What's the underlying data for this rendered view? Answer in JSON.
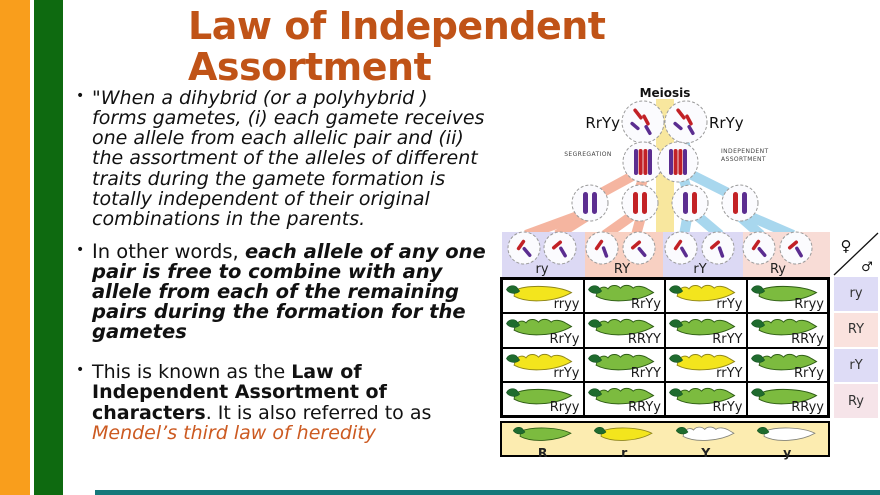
{
  "slide": {
    "title": "Law of Independent\nAssortment",
    "bullet_marker": "•"
  },
  "bullets": [
    {
      "segments": [
        {
          "style": "italic",
          "text": "\"When a dihybrid (or a polyhybrid ) forms gametes, (i) each gamete receives one allele from each allelic pair and (ii) the assortment of the alleles of different traits during the gamete formation is totally independent of their original combinations in the parents."
        }
      ]
    },
    {
      "segments": [
        {
          "style": "normal",
          "text": " In other words, "
        },
        {
          "style": "bold-italic",
          "text": "each allele of any one pair is free to combine with any allele from each of the remaining pairs during the formation for the gametes"
        }
      ]
    },
    {
      "segments": [
        {
          "style": "normal",
          "text": "This is known as the "
        },
        {
          "style": "bold",
          "text": "Law of Independent Assortment of characters"
        },
        {
          "style": "normal",
          "text": ". It is also referred to as "
        },
        {
          "style": "accent-italic",
          "text": "Mendel’s third law of heredity"
        }
      ]
    }
  ],
  "diagram": {
    "meiosis_label": "Meiosis",
    "parent_left": "RrYy",
    "parent_right": "RrYy",
    "segregation_label": "SEGREGATION",
    "independent_label_1": "INDEPENDENT",
    "independent_label_2": "ASSORTMENT",
    "female_symbol": "♀",
    "male_symbol": "♂",
    "gamete_columns": [
      {
        "label": "ry",
        "band": "#DCD9F4"
      },
      {
        "label": "RY",
        "band": "#F8D0C2"
      },
      {
        "label": "rY",
        "band": "#DCD9F4"
      },
      {
        "label": "Ry",
        "band": "#F8DCD6"
      }
    ],
    "punnett": {
      "row_headers": [
        {
          "label": "ry",
          "bg": "#DEDCF6"
        },
        {
          "label": "RY",
          "bg": "#FAE2DE"
        },
        {
          "label": "rY",
          "bg": "#DEDCF6"
        },
        {
          "label": "Ry",
          "bg": "#F6E4E9"
        }
      ],
      "cells": [
        [
          {
            "label": "rryy",
            "pod": "smooth",
            "color": "yellow"
          },
          {
            "label": "RrYy",
            "pod": "bumpy",
            "color": "green"
          },
          {
            "label": "rrYy",
            "pod": "bumpy",
            "color": "yellow"
          },
          {
            "label": "Rryy",
            "pod": "smooth",
            "color": "green"
          }
        ],
        [
          {
            "label": "RrYy",
            "pod": "bumpy",
            "color": "green"
          },
          {
            "label": "RRYY",
            "pod": "bumpy",
            "color": "green"
          },
          {
            "label": "RrYY",
            "pod": "bumpy",
            "color": "green"
          },
          {
            "label": "RRYy",
            "pod": "bumpy",
            "color": "green"
          }
        ],
        [
          {
            "label": "rrYy",
            "pod": "bumpy",
            "color": "yellow"
          },
          {
            "label": "RrYY",
            "pod": "bumpy",
            "color": "green"
          },
          {
            "label": "rrYY",
            "pod": "bumpy",
            "color": "yellow"
          },
          {
            "label": "RrYy",
            "pod": "bumpy",
            "color": "green"
          }
        ],
        [
          {
            "label": "Rryy",
            "pod": "smooth",
            "color": "green"
          },
          {
            "label": "RRYy",
            "pod": "bumpy",
            "color": "green"
          },
          {
            "label": "RrYy",
            "pod": "bumpy",
            "color": "green"
          },
          {
            "label": "RRyy",
            "pod": "smooth",
            "color": "green"
          }
        ]
      ]
    },
    "legend": [
      {
        "label": "R",
        "pod": "smooth",
        "color": "green"
      },
      {
        "label": "r",
        "pod": "smooth",
        "color": "yellow"
      },
      {
        "label": "Y",
        "pod": "bumpy",
        "color": "white"
      },
      {
        "label": "y",
        "pod": "smooth",
        "color": "white"
      }
    ]
  },
  "colors": {
    "stripe_orange": "#F99E1C",
    "stripe_green": "#0E6A10",
    "title": "#C05317",
    "accent_text": "#CC5A21",
    "bottom_bar": "#15787A",
    "meiosis_band": "#F8E79E",
    "connector_salmon": "#F5B5A0",
    "connector_blue": "#A8D7EE",
    "legend_bg": "#FCECB0",
    "chromosome_red": "#C22126",
    "chromosome_purple": "#5B2D90",
    "pods": {
      "green": {
        "fill": "#7CBB3F",
        "stroke": "#2E5D15"
      },
      "yellow": {
        "fill": "#F3E51D",
        "stroke": "#8F861A"
      },
      "white": {
        "fill": "#FFFFFF",
        "stroke": "#84847A"
      },
      "stem": "#1F6B2E"
    }
  }
}
